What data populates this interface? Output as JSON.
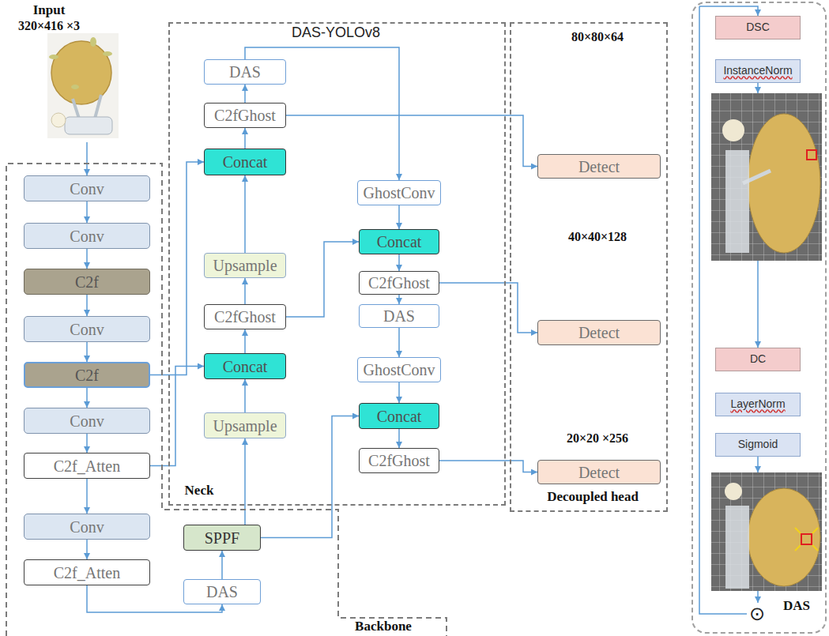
{
  "diagram": {
    "nodes": [
      {
        "text": [
          "Input",
          "320×416 ×3"
        ]
      },
      {
        "text": [
          "Backbone"
        ]
      },
      {
        "text": [
          "Conv"
        ],
        "in": 1
      },
      {
        "text": [
          "Conv"
        ],
        "in": 1
      },
      {
        "text": [
          "C2f"
        ],
        "in": 1
      },
      {
        "text": [
          "Conv"
        ],
        "in": 1
      },
      {
        "text": [
          "C2f"
        ],
        "in": 1
      },
      {
        "text": [
          "Conv"
        ],
        "in": 1
      },
      {
        "text": [
          "C2f_Atten"
        ],
        "in": 1
      },
      {
        "text": [
          "Conv"
        ],
        "in": 1
      },
      {
        "text": [
          "C2f_Atten"
        ],
        "in": 1
      },
      {
        "text": [
          "DAS"
        ],
        "in": 1
      },
      {
        "text": [
          "SPPF"
        ],
        "in": 1
      },
      {
        "text": [
          "DAS-YOLOv8",
          "Neck"
        ]
      },
      {
        "text": [
          "DAS"
        ],
        "in": 13
      },
      {
        "text": [
          "C2fGhost"
        ],
        "in": 13
      },
      {
        "text": [
          "Concat"
        ],
        "in": 13
      },
      {
        "text": [
          "Upsample"
        ],
        "in": 13
      },
      {
        "text": [
          "C2fGhost"
        ],
        "in": 13
      },
      {
        "text": [
          "Concat"
        ],
        "in": 13
      },
      {
        "text": [
          "Upsample"
        ],
        "in": 13
      },
      {
        "text": [
          "GhostConv"
        ],
        "in": 13
      },
      {
        "text": [
          "Concat"
        ],
        "in": 13
      },
      {
        "text": [
          "C2fGhost"
        ],
        "in": 13
      },
      {
        "text": [
          "DAS"
        ],
        "in": 13
      },
      {
        "text": [
          "GhostConv"
        ],
        "in": 13
      },
      {
        "text": [
          "Concat"
        ],
        "in": 13
      },
      {
        "text": [
          "C2fGhost"
        ],
        "in": 13
      },
      {
        "text": [
          "Decoupled head"
        ]
      },
      {
        "text": [
          "Detect"
        ],
        "in": 28
      },
      {
        "text": [
          "Detect"
        ],
        "in": 28
      },
      {
        "text": [
          "Detect"
        ],
        "in": 28
      },
      {
        "text": [
          "DAS"
        ]
      },
      {
        "text": [
          "DSC"
        ],
        "in": 32
      },
      {
        "text": [
          "InstanceNorm"
        ],
        "in": 32
      },
      {
        "text": [
          "DC"
        ],
        "in": 32
      },
      {
        "text": [
          "LayerNorm"
        ],
        "in": 32
      },
      {
        "text": [
          "Sigmoid"
        ],
        "in": 32
      },
      {
        "text": [
          "⊙"
        ],
        "in": 32
      }
    ],
    "edges": [
      {
        "from": 0,
        "to": 2,
        "arrow": "to"
      },
      {
        "from": 2,
        "to": 3,
        "arrow": "to"
      },
      {
        "from": 3,
        "to": 4,
        "arrow": "to"
      },
      {
        "from": 4,
        "to": 5,
        "arrow": "to"
      },
      {
        "from": 5,
        "to": 6,
        "arrow": "to"
      },
      {
        "from": 6,
        "to": 7,
        "arrow": "to"
      },
      {
        "from": 7,
        "to": 8,
        "arrow": "to"
      },
      {
        "from": 8,
        "to": 9,
        "arrow": "to"
      },
      {
        "from": 9,
        "to": 10,
        "arrow": "to"
      },
      {
        "from": 10,
        "to": 11,
        "arrow": "to"
      },
      {
        "from": 11,
        "to": 12,
        "arrow": "to"
      },
      {
        "from": 12,
        "to": 20,
        "arrow": "to"
      },
      {
        "from": 12,
        "to": 26,
        "arrow": "to"
      },
      {
        "from": 6,
        "to": 16,
        "arrow": "to"
      },
      {
        "from": 8,
        "to": 19,
        "arrow": "to"
      },
      {
        "from": 20,
        "to": 19,
        "arrow": "to"
      },
      {
        "from": 19,
        "to": 18,
        "arrow": "to"
      },
      {
        "from": 18,
        "to": 17,
        "arrow": "to"
      },
      {
        "from": 18,
        "to": 22,
        "arrow": "to"
      },
      {
        "from": 17,
        "to": 16,
        "arrow": "to"
      },
      {
        "from": 16,
        "to": 15,
        "arrow": "to"
      },
      {
        "from": 15,
        "to": 14,
        "arrow": "to"
      },
      {
        "from": 14,
        "to": 21,
        "arrow": "to"
      },
      {
        "from": 15,
        "to": 29,
        "arrow": "to"
      },
      {
        "from": 21,
        "to": 22,
        "arrow": "to"
      },
      {
        "from": 22,
        "to": 23,
        "arrow": "to"
      },
      {
        "from": 23,
        "to": 30,
        "arrow": "to"
      },
      {
        "from": 23,
        "to": 24,
        "arrow": "to"
      },
      {
        "from": 24,
        "to": 25,
        "arrow": "to"
      },
      {
        "from": 25,
        "to": 26,
        "arrow": "to"
      },
      {
        "from": 26,
        "to": 27,
        "arrow": "to"
      },
      {
        "from": 27,
        "to": 31,
        "arrow": "to"
      }
    ],
    "labels": [
      "80×80×64",
      "40×40×128",
      "20×20 ×256"
    ]
  }
}
